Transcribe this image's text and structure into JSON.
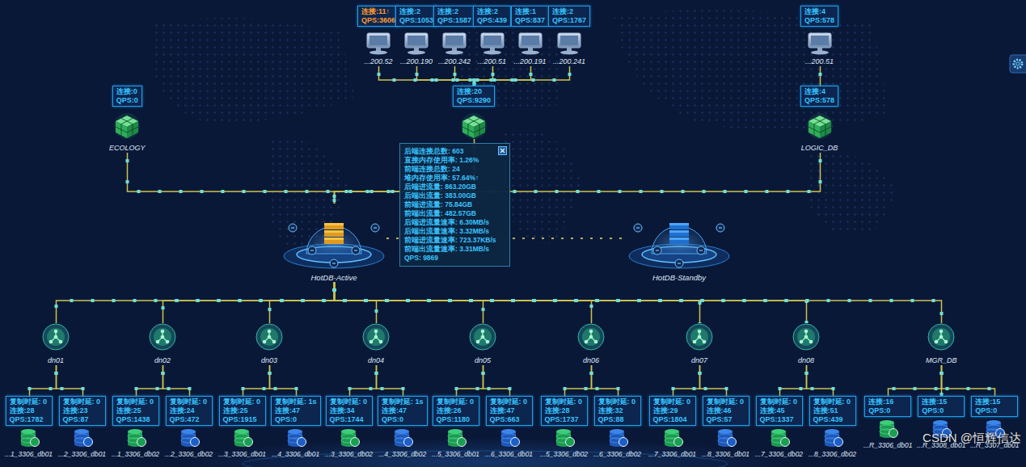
{
  "diagram": {
    "nodes": [
      {
        "text": [
          "连接:11↑",
          "QPS:3606",
          "...200.52"
        ]
      },
      {
        "text": [
          "连接:2",
          "QPS:1053",
          "...200.190"
        ]
      },
      {
        "text": [
          "连接:2",
          "QPS:1587",
          "...200.242"
        ]
      },
      {
        "text": [
          "连接:2",
          "QPS:439",
          "...200.51"
        ]
      },
      {
        "text": [
          "连接:1",
          "QPS:837",
          "...200.191"
        ]
      },
      {
        "text": [
          "连接:2",
          "QPS:1767",
          "...200.241"
        ]
      },
      {
        "text": [
          "连接:4",
          "QPS:578",
          "...200.51"
        ]
      },
      {
        "text": [
          "连接:0",
          "QPS:0",
          "ECOLOGY"
        ]
      },
      {
        "text": [
          "连接:20",
          "QPS:9290"
        ]
      },
      {
        "text": [
          "连接:4",
          "QPS:578",
          "LOGIC_DB"
        ]
      },
      {
        "text": [
          "后端连接总数: 603",
          "直接内存使用率: 1.26%",
          "前端连接总数: 24",
          "堆内存使用率: 57.64%↑",
          "后端进流量: 863.20GB",
          "后端出流量: 383.00GB",
          "前端进流量: 75.84GB",
          "前端出流量: 482.57GB",
          "后端进流量速率: 6.30MB/s",
          "后端出流量速率: 3.32MB/s",
          "前端进流量速率: 723.37KB/s",
          "前端出流量速率: 3.31MB/s",
          "QPS: 9869"
        ]
      },
      {
        "text": [
          "HotDB-Active"
        ]
      },
      {
        "text": [
          "HotDB-Standby"
        ]
      },
      {
        "text": [
          "dn01"
        ]
      },
      {
        "text": [
          "dn02"
        ]
      },
      {
        "text": [
          "dn03"
        ]
      },
      {
        "text": [
          "dn04"
        ]
      },
      {
        "text": [
          "dn05"
        ]
      },
      {
        "text": [
          "dn06"
        ]
      },
      {
        "text": [
          "dn07"
        ]
      },
      {
        "text": [
          "dn08"
        ]
      },
      {
        "text": [
          "MGR_DB"
        ]
      },
      {
        "text": [
          "复制时延: 0",
          "连接:28",
          "QPS:1782",
          "...1_3306_db01"
        ]
      },
      {
        "text": [
          "复制时延: 0",
          "连接:23",
          "QPS:87",
          "...2_3306_db01"
        ]
      },
      {
        "text": [
          "复制时延: 0",
          "连接:25",
          "QPS:1438",
          "...1_3306_db02"
        ]
      },
      {
        "text": [
          "复制时延: 0",
          "连接:24",
          "QPS:472",
          "...2_3306_db02"
        ]
      },
      {
        "text": [
          "复制时延: 0",
          "连接:25",
          "QPS:1915",
          "...3_3306_db01"
        ]
      },
      {
        "text": [
          "复制时延: 1s",
          "连接:47",
          "QPS:0",
          "...4_3306_db01"
        ]
      },
      {
        "text": [
          "复制时延: 0",
          "连接:34",
          "QPS:1744",
          "...3_3306_db02"
        ]
      },
      {
        "text": [
          "复制时延: 1s",
          "连接:47",
          "QPS:0",
          "...4_3306_db02"
        ]
      },
      {
        "text": [
          "复制时延: 0",
          "连接:26",
          "QPS:1180",
          "...5_3306_db01"
        ]
      },
      {
        "text": [
          "复制时延: 0",
          "连接:47",
          "QPS:663",
          "...6_3306_db01"
        ]
      },
      {
        "text": [
          "复制时延: 0",
          "连接:28",
          "QPS:1737",
          "...5_3306_db02"
        ]
      },
      {
        "text": [
          "复制时延: 0",
          "连接:32",
          "QPS:88",
          "...6_3306_db02"
        ]
      },
      {
        "text": [
          "复制时延: 0",
          "连接:29",
          "QPS:1804",
          "...7_3306_db01"
        ]
      },
      {
        "text": [
          "复制时延: 0",
          "连接:46",
          "QPS:57",
          "...8_3306_db01"
        ]
      },
      {
        "text": [
          "复制时延: 0",
          "连接:45",
          "QPS:1337",
          "...7_3306_db02"
        ]
      },
      {
        "text": [
          "复制时延: 0",
          "连接:51",
          "QPS:439",
          "...8_3306_db02"
        ]
      },
      {
        "text": [
          "连接:16",
          "QPS:0",
          "...R_3306_db01"
        ]
      },
      {
        "text": [
          "连接:15",
          "QPS:0",
          "...R_3308_db01"
        ]
      },
      {
        "text": [
          "连接:15",
          "QPS:0",
          "...R_3307_db01"
        ]
      }
    ],
    "edges": [
      {
        "from": 0,
        "to": 8,
        "arrow": "none"
      },
      {
        "from": 1,
        "to": 8,
        "arrow": "none"
      },
      {
        "from": 2,
        "to": 8,
        "arrow": "none"
      },
      {
        "from": 3,
        "to": 8,
        "arrow": "none"
      },
      {
        "from": 4,
        "to": 8,
        "arrow": "none"
      },
      {
        "from": 5,
        "to": 8,
        "arrow": "none"
      },
      {
        "from": 6,
        "to": 9,
        "arrow": "none"
      },
      {
        "from": 7,
        "to": 11,
        "arrow": "none"
      },
      {
        "from": 8,
        "to": 11,
        "arrow": "none"
      },
      {
        "from": 9,
        "to": 11,
        "arrow": "none"
      },
      {
        "from": 11,
        "to": 12,
        "arrow": "none"
      },
      {
        "from": 11,
        "to": 13,
        "arrow": "none"
      },
      {
        "from": 11,
        "to": 14,
        "arrow": "none"
      },
      {
        "from": 11,
        "to": 15,
        "arrow": "none"
      },
      {
        "from": 11,
        "to": 16,
        "arrow": "none"
      },
      {
        "from": 11,
        "to": 17,
        "arrow": "none"
      },
      {
        "from": 11,
        "to": 18,
        "arrow": "none"
      },
      {
        "from": 11,
        "to": 19,
        "arrow": "none"
      },
      {
        "from": 11,
        "to": 20,
        "arrow": "none"
      },
      {
        "from": 11,
        "to": 21,
        "arrow": "none"
      },
      {
        "from": 13,
        "to": 22,
        "arrow": "none"
      },
      {
        "from": 13,
        "to": 23,
        "arrow": "none"
      },
      {
        "from": 14,
        "to": 24,
        "arrow": "none"
      },
      {
        "from": 14,
        "to": 25,
        "arrow": "none"
      },
      {
        "from": 15,
        "to": 26,
        "arrow": "none"
      },
      {
        "from": 15,
        "to": 27,
        "arrow": "none"
      },
      {
        "from": 16,
        "to": 28,
        "arrow": "none"
      },
      {
        "from": 16,
        "to": 29,
        "arrow": "none"
      },
      {
        "from": 17,
        "to": 30,
        "arrow": "none"
      },
      {
        "from": 17,
        "to": 31,
        "arrow": "none"
      },
      {
        "from": 18,
        "to": 32,
        "arrow": "none"
      },
      {
        "from": 18,
        "to": 33,
        "arrow": "none"
      },
      {
        "from": 19,
        "to": 34,
        "arrow": "none"
      },
      {
        "from": 19,
        "to": 35,
        "arrow": "none"
      },
      {
        "from": 20,
        "to": 36,
        "arrow": "none"
      },
      {
        "from": 20,
        "to": 37,
        "arrow": "none"
      },
      {
        "from": 21,
        "to": 38,
        "arrow": "none"
      },
      {
        "from": 21,
        "to": 39,
        "arrow": "none"
      },
      {
        "from": 21,
        "to": 40,
        "arrow": "none"
      }
    ],
    "labels": [
      "CSDN @恒辉信达"
    ]
  }
}
